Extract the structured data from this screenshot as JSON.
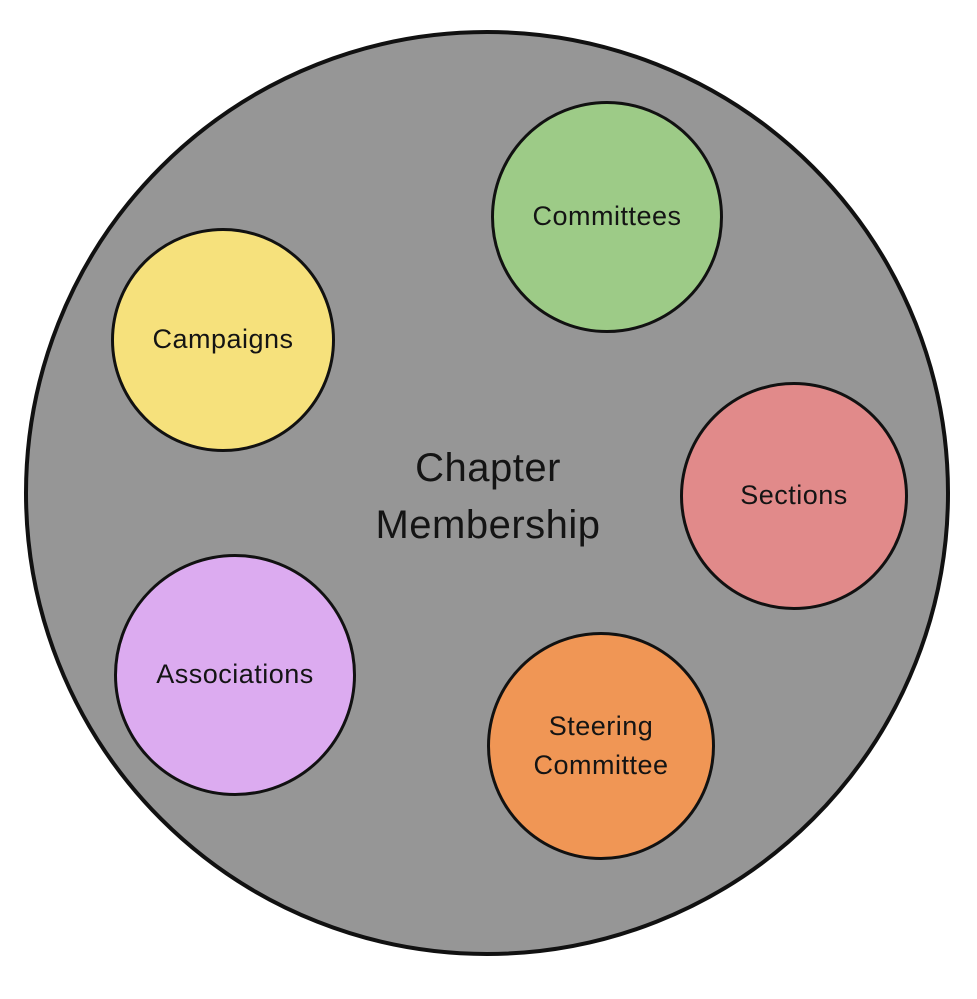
{
  "diagram": {
    "title": "Chapter Membership",
    "outer_circle": {
      "label": "Chapter Membership",
      "color": "#969696"
    },
    "sub_circles": [
      {
        "id": "committees",
        "label": "Committees",
        "color": "#9dcb87",
        "position": "top-right"
      },
      {
        "id": "campaigns",
        "label": "Campaigns",
        "color": "#f6e17c",
        "position": "upper-left"
      },
      {
        "id": "sections",
        "label": "Sections",
        "color": "#e18a8a",
        "position": "right"
      },
      {
        "id": "associations",
        "label": "Associations",
        "color": "#dcabf0",
        "position": "lower-left"
      },
      {
        "id": "steering-committee",
        "label": "Steering Committee",
        "color": "#f09655",
        "position": "bottom-center"
      }
    ],
    "colors": {
      "background": "#ffffff",
      "stroke": "#111111",
      "text": "#141414"
    }
  }
}
